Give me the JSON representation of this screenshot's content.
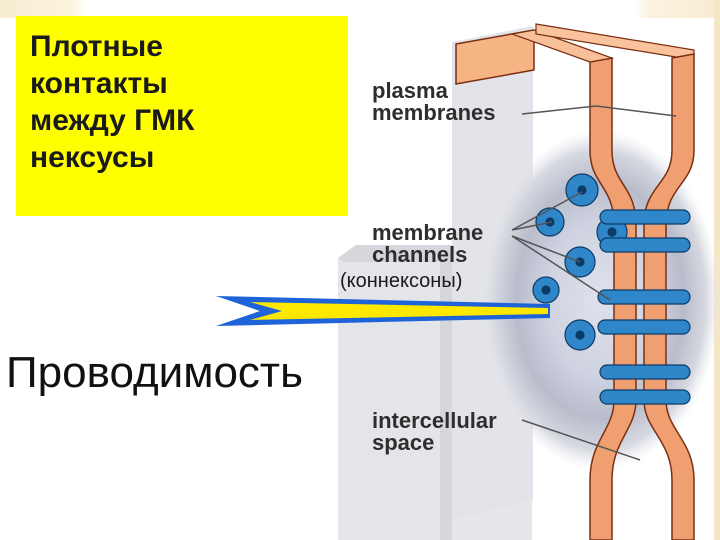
{
  "title_box": {
    "lines": [
      "Плотные",
      "контакты",
      "между ГМК",
      "нексусы"
    ]
  },
  "labels": {
    "plasma_line1": "plasma",
    "plasma_line2": "membranes",
    "channels_line1": "membrane",
    "channels_line2": "channels",
    "connexons": "(коннексоны)",
    "space_line1": "intercellular",
    "space_line2": "space"
  },
  "bottom_label": "Проводимость",
  "colors": {
    "highlight": "#ffff00",
    "membrane": "#f0a070",
    "membrane_edge": "#8a3a1a",
    "channel": "#2f86c8",
    "arrow_blue": "#1f63d8",
    "arrow_yellow": "#ffe800"
  }
}
